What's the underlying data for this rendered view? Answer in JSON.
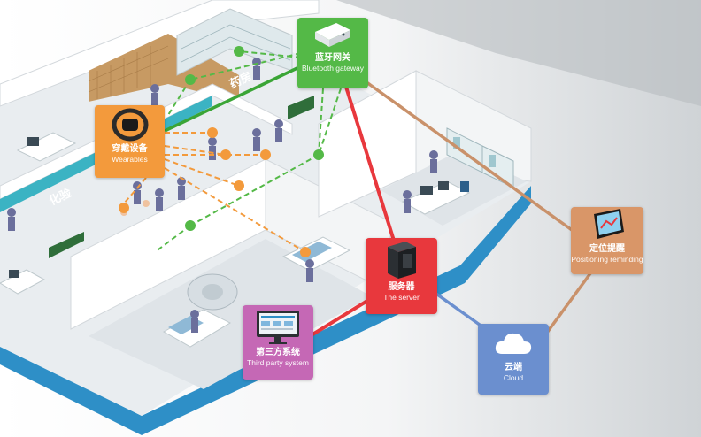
{
  "colors": {
    "gateway": "#54b947",
    "wearables": "#f39a3c",
    "server": "#e8383d",
    "positioning": "#d99668",
    "third_party": "#c568b5",
    "cloud": "#6b8fcf",
    "floor": "#e9edf0",
    "wall": "#ffffff",
    "base": "#2e8fc7",
    "accent_teal": "#3bb3c3"
  },
  "nodes": {
    "gateway": {
      "cn": "蓝牙网关",
      "en": "Bluetooth gateway",
      "icon": "router-icon"
    },
    "wearables": {
      "cn": "穿戴设备",
      "en": "Wearables",
      "icon": "wristband-icon"
    },
    "server": {
      "cn": "服务器",
      "en": "The server",
      "icon": "server-tower-icon"
    },
    "positioning": {
      "cn": "定位提醒",
      "en": "Positioning reminding",
      "icon": "smartphone-map-icon"
    },
    "third_party": {
      "cn": "第三方系统",
      "en": "Third party system",
      "icon": "monitor-icon"
    },
    "cloud": {
      "cn": "云端",
      "en": "Cloud",
      "icon": "cloud-icon"
    }
  },
  "wall_labels": {
    "pharmacy": "药房",
    "lab": "化验"
  }
}
